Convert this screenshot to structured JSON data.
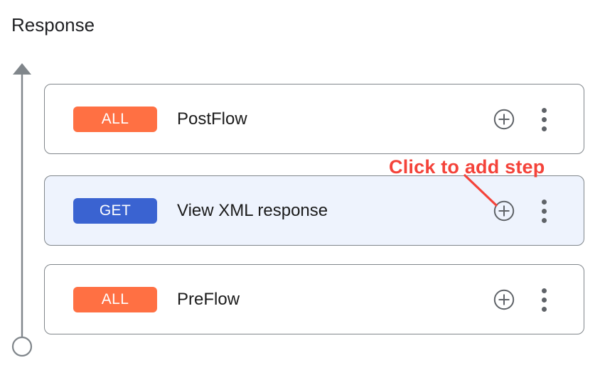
{
  "page": {
    "title": "Response",
    "background": "#ffffff"
  },
  "timeline": {
    "name": "flow-direction-axis",
    "direction": "upward",
    "line_color": "#80868b",
    "start_marker": "hollow-circle",
    "end_marker": "arrow-up"
  },
  "colors": {
    "badge_all": "#ff7043",
    "badge_get": "#3a63d1",
    "selected_row_bg": "#eef3fd",
    "row_border": "#80868b",
    "icon_gray": "#5f6368",
    "annotation_red": "#f4433a",
    "text_primary": "#1b1b1b"
  },
  "flow_rows": [
    {
      "id": "postflow",
      "verb": "ALL",
      "verb_color": "#ff7043",
      "label": "PostFlow",
      "selected": false,
      "add_icon": "plus-circle-icon",
      "menu_icon": "kebab-menu-icon"
    },
    {
      "id": "view-xml-response",
      "verb": "GET",
      "verb_color": "#3a63d1",
      "label": "View XML response",
      "selected": true,
      "add_icon": "plus-circle-icon",
      "menu_icon": "kebab-menu-icon"
    },
    {
      "id": "preflow",
      "verb": "ALL",
      "verb_color": "#ff7043",
      "label": "PreFlow",
      "selected": false,
      "add_icon": "plus-circle-icon",
      "menu_icon": "kebab-menu-icon"
    }
  ],
  "annotation": {
    "text": "Click to add step",
    "color": "#f4433a",
    "points_to": "add-step-icon-row-1"
  }
}
